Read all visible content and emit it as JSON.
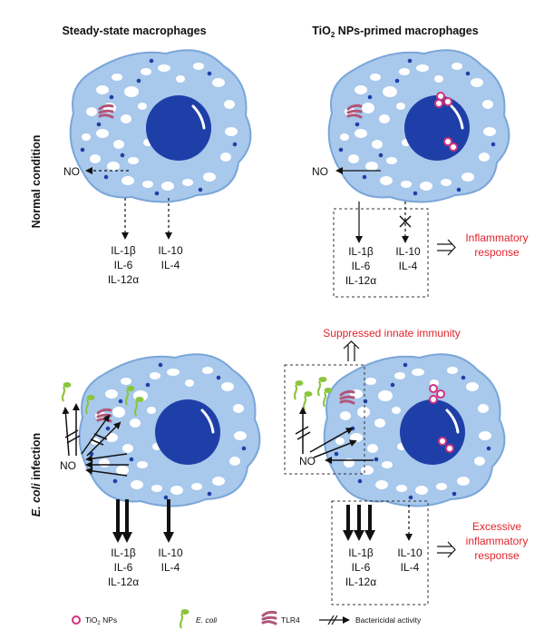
{
  "headers": {
    "steady": "Steady-state macrophages",
    "primed_a": "TiO",
    "primed_sub": "2",
    "primed_b": " NPs-primed macrophages"
  },
  "rows": {
    "normal": "Normal condition",
    "ecoli_italic": "E. coli",
    "ecoli_rest": " infection"
  },
  "no_label": "NO",
  "cytokines": {
    "pro": [
      "IL-1β",
      "IL-6",
      "IL-12α"
    ],
    "anti": [
      "IL-10",
      "IL-4"
    ]
  },
  "outcomes": {
    "inflammatory": [
      "Inflammatory",
      "response"
    ],
    "suppressed": "Suppressed innate immunity",
    "excessive": [
      "Excessive",
      "inflammatory",
      "response"
    ]
  },
  "legend": {
    "tio2_a": "TiO",
    "tio2_sub": "2",
    "tio2_b": " NPs",
    "ecoli": "E. coli",
    "tlr4": "TLR4",
    "bactericidal": "Bactericidal activity"
  },
  "colors": {
    "cell_fill": "#a8c8ec",
    "cell_stroke": "#7aa6d8",
    "nucleus": "#1f3fa8",
    "accent_red": "#e0242b",
    "tio2": "#d0347e",
    "ecoli": "#8bc53f",
    "tlr4": "#b0567a"
  }
}
